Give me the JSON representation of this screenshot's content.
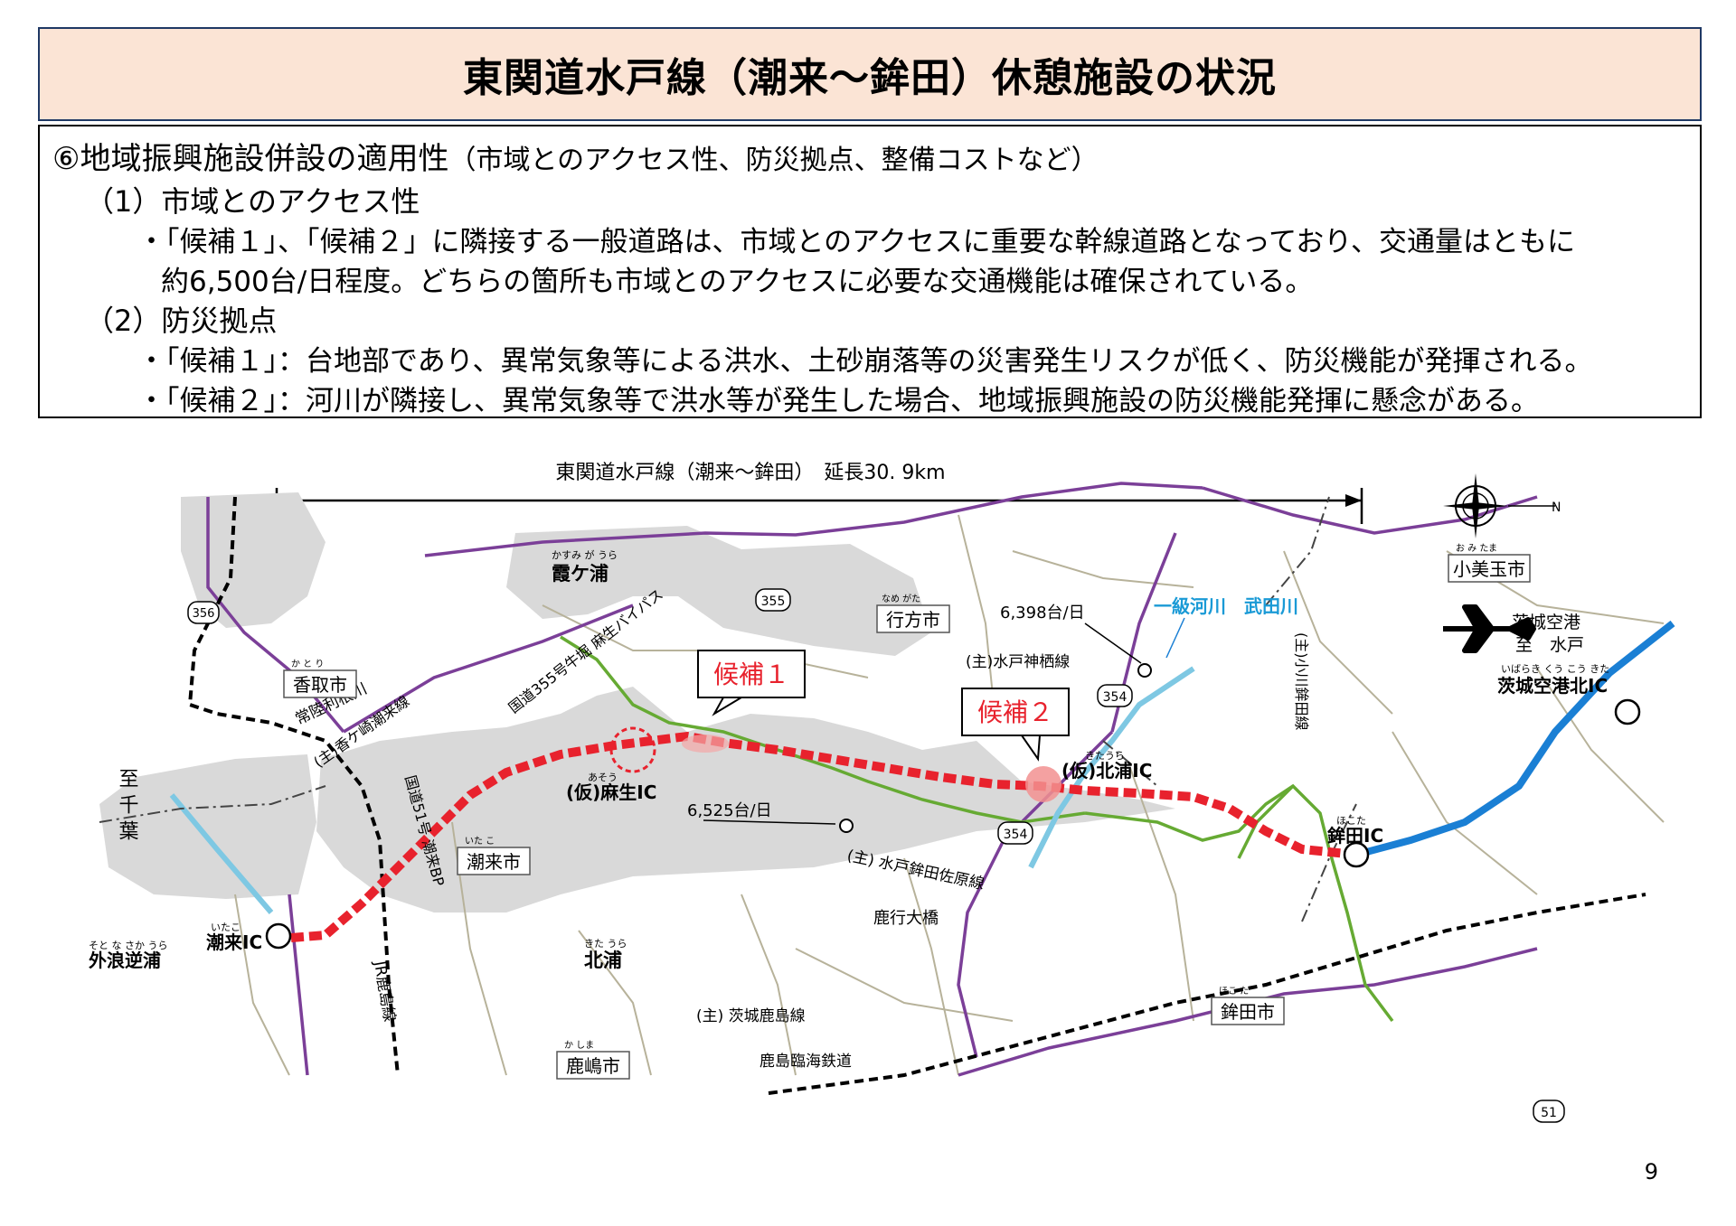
{
  "title": "東関道水戸線（潮来～鉾田）休憩施設の状況",
  "section": {
    "heading_main": "⑥地域振興施設併設の適用性",
    "heading_sub": "（市域とのアクセス性、防災拠点、整備コストなど）",
    "sub1_heading": "（1）市域とのアクセス性",
    "sub1_bullet_line1": "・「候補１」、「候補２」に隣接する一般道路は、市域とのアクセスに重要な幹線道路となっており、交通量はともに",
    "sub1_bullet_line2": "約6,500台/日程度。どちらの箇所も市域とのアクセスに必要な交通機能は確保されている。",
    "sub2_heading": "（2）防災拠点",
    "sub2_bullet1": "・「候補１」：台地部であり、異常気象等による洪水、土砂崩落等の災害発生リスクが低く、防災機能が発揮される。",
    "sub2_bullet2": "・「候補２」：河川が隣接し、異常気象等で洪水等が発生した場合、地域振興施設の防災機能発揮に懸念がある。"
  },
  "map": {
    "extent_label": "東関道水戸線（潮来～鉾田）　延長30. 9km",
    "candidate1": "候補１",
    "candidate2": "候補２",
    "interchanges": {
      "itako": "潮来IC",
      "itako_ruby": "いたこ",
      "aso": "(仮)麻生IC",
      "aso_ruby": "あそう",
      "kitaura": "(仮)北浦IC",
      "kitaura_ruby": "きたうら",
      "hokota": "鉾田IC",
      "hokota_ruby": "ほこた",
      "ibaraki_airport_north": "茨城空港北IC",
      "ibaraki_airport_north_ruby": "いばらき くう こう きた"
    },
    "traffic": {
      "count1": "6,525台/日",
      "count2": "6,398台/日"
    },
    "roads": {
      "mito_hokota_sawara": "(主) 水戸鉾田佐原線",
      "mito_kamisu": "(主)水戸神栖線",
      "ibaraki_kashima": "(主) 茨城鹿島線",
      "itako_bypass": "国道51号\n潮来BP",
      "route355_aso_bypass": "国道355号牛堀\n麻生バイパス",
      "itako_main": "(主)香ケ崎潮来線",
      "ogawa_hokota": "(主)小川鉾田線",
      "route_356": "356",
      "route_355": "355",
      "route_354a": "354",
      "route_354b": "354",
      "route_51": "51"
    },
    "rail": {
      "jr_kashima": "JR鹿島線",
      "joban_tone": "常陸利根川",
      "kashima_rinkai": "鹿島臨海鉄道"
    },
    "places": {
      "kasumigaura": "霞ケ浦",
      "kasumigaura_ruby": "かすみ が うら",
      "namegata": "行方市",
      "namegata_ruby": "なめ がた",
      "katori": "香取市",
      "katori_ruby": "か と り",
      "itako_city": "潮来市",
      "itako_city_ruby": "いた こ",
      "kitaura_lake": "北浦",
      "kitaura_lake_ruby": "きた うら",
      "kashima_city": "鹿嶋市",
      "kashima_city_ruby": "か しま",
      "hokota_city": "鉾田市",
      "hokota_city_ruby": "ほこ た",
      "omitama": "小美玉市",
      "omitama_ruby": "お み たま",
      "sotonasakaura": "外浪逆浦",
      "sotonasakaura_ruby": "そと な さか うら",
      "rokko_bridge": "鹿行大橋"
    },
    "directions": {
      "to_chiba": "至 千 葉",
      "ibaraki_airport": "茨城空港",
      "to_mito": "至　水戸",
      "north": "N"
    },
    "river": "一級河川　武田川"
  },
  "page_number": "9",
  "colors": {
    "title_bg": "#fbe4d5",
    "title_border": "#1f3864",
    "expressway_planned": "#e8222d",
    "candidate_text": "#e8222d",
    "expressway_existing": "#1a7fd4",
    "national_road": "#7b3f98",
    "prefectural_road": "#66aa33",
    "river": "#7ec8e3",
    "lake": "#d9d9d9"
  }
}
